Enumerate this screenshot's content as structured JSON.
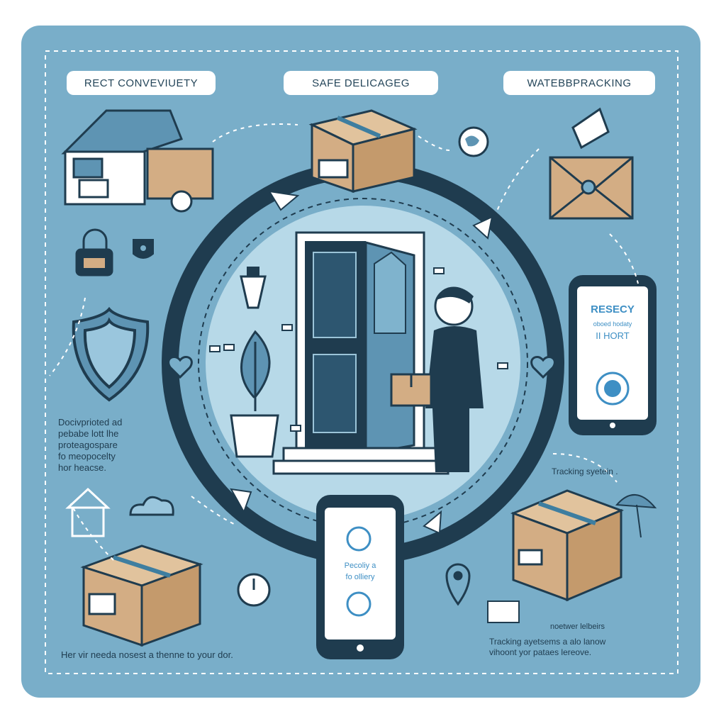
{
  "header_labels": {
    "left": "RECT CONVEVIUETY",
    "center": "SAFE DELICAGEG",
    "right": "WATEBBPRACKING"
  },
  "left_note": [
    "Docivprioted ad",
    "pebabe lott lhe",
    "proteagospare",
    "fo meopocelty",
    "hor heacse."
  ],
  "bottom_left_caption": "Her vir needa nosest a thenne to your dor.",
  "right_phone": {
    "title": "RESECY",
    "line1": "oboed hodaty",
    "line2": "II HORT"
  },
  "center_phone": {
    "line1": "Pecoliy a",
    "line2": "fo olliery"
  },
  "tracking_label": "Tracking syetein .",
  "notice_label": "noetwer lelbeirs",
  "bottom_right_caption": [
    "Tracking ayetsems a alo lanow",
    "vihoont yor pataes lereove."
  ],
  "colors": {
    "panel": "#79aec9",
    "dark": "#1f3c4f",
    "cardboard": "#d3ad84",
    "accent": "#3e8fc4"
  }
}
